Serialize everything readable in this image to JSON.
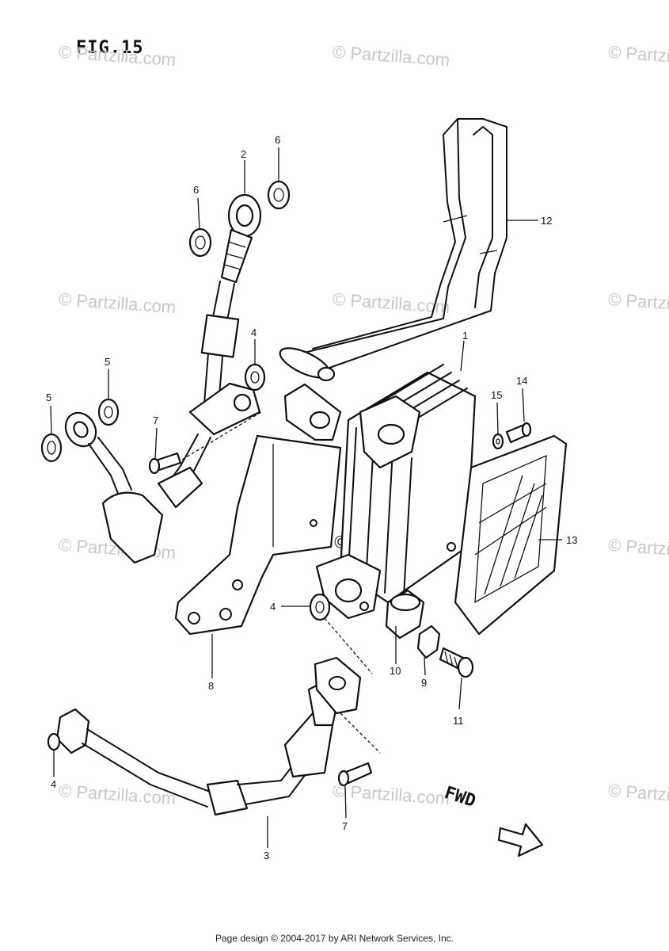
{
  "figure_title": "FIG.15",
  "fwd_label": "FWD",
  "footer": "Page design © 2004-2017 by ARI Network Services, Inc.",
  "watermark": "© Partzilla.com",
  "callouts": {
    "c1": "1",
    "c2": "2",
    "c3": "3",
    "c4a": "4",
    "c4b": "4",
    "c4c": "4",
    "c5a": "5",
    "c5b": "5",
    "c6a": "6",
    "c6b": "6",
    "c7a": "7",
    "c7b": "7",
    "c8": "8",
    "c9": "9",
    "c10": "10",
    "c11": "11",
    "c12": "12",
    "c13": "13",
    "c14": "14",
    "c15": "15"
  }
}
